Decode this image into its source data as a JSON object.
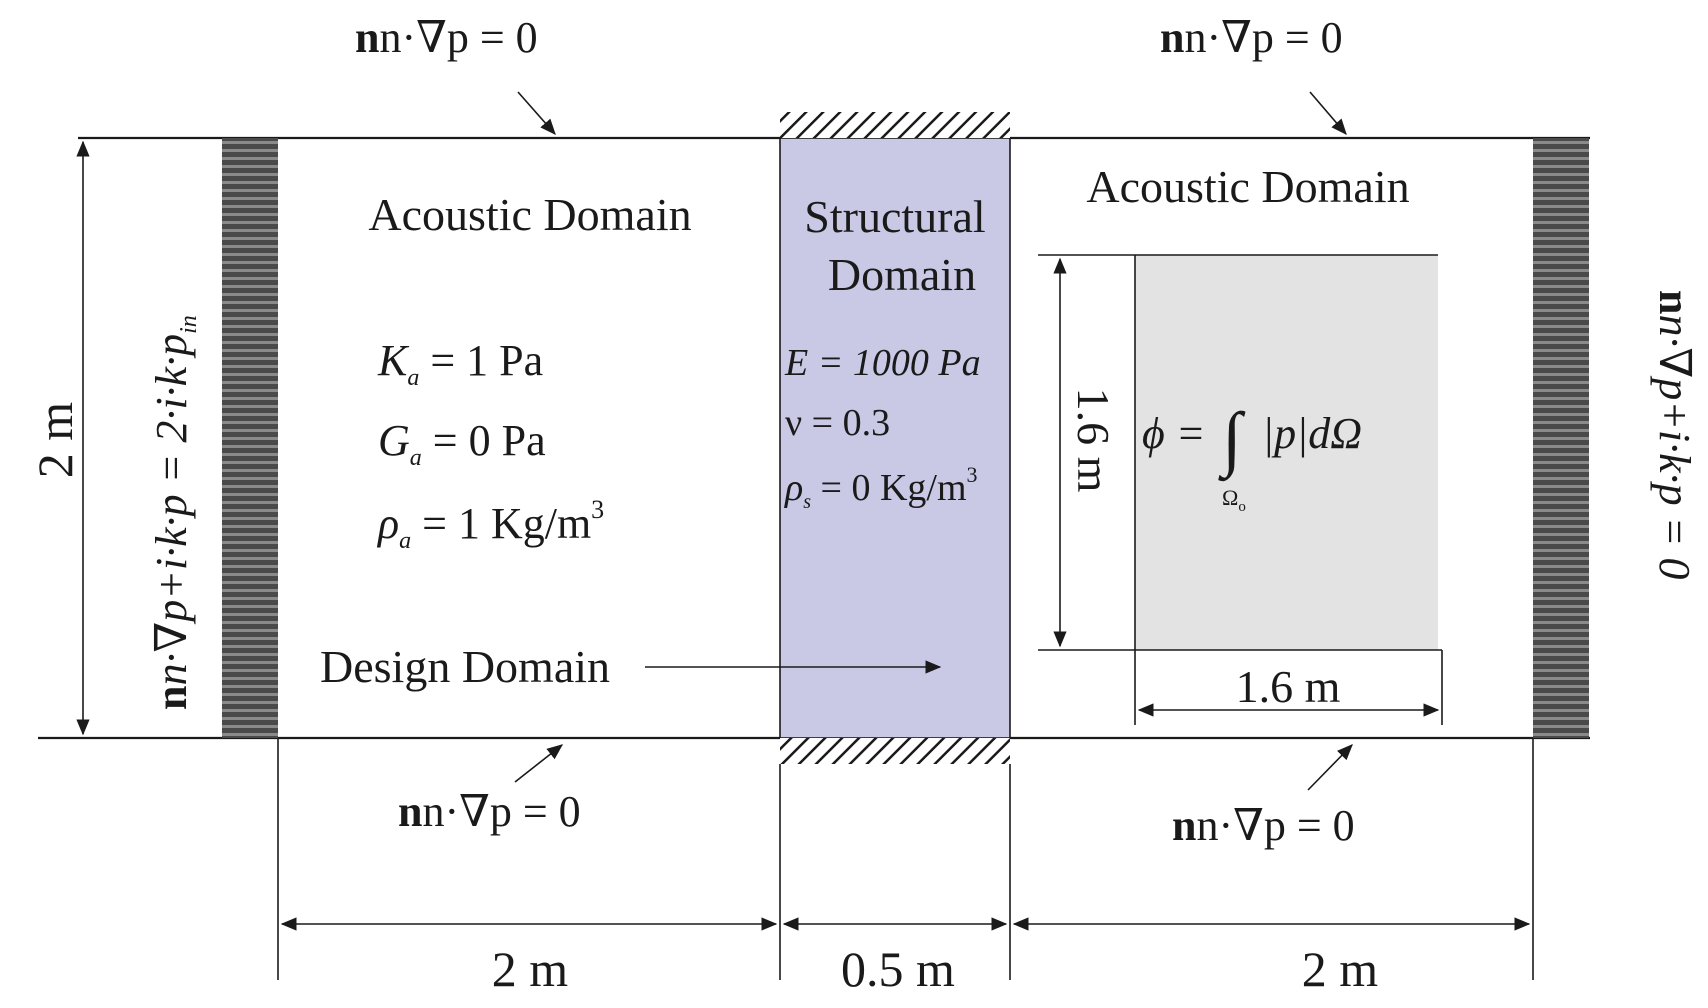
{
  "colors": {
    "structural_fill": "#c9c9e6",
    "objective_fill": "#e3e3e3",
    "absorber_dark": "#4a4a4a",
    "absorber_light": "#8a8a8a",
    "line": "#1a1a1a"
  },
  "labels": {
    "acoustic_domain_left": "Acoustic Domain",
    "acoustic_domain_right": "Acoustic Domain",
    "structural_domain_line1": "Structural",
    "structural_domain_line2": "Domain",
    "design_domain": "Design Domain"
  },
  "boundary_conditions": {
    "top_left": "n·∇p = 0",
    "top_right": "n·∇p = 0",
    "bottom_left": "n·∇p = 0",
    "bottom_right": "n·∇p = 0",
    "left_inlet": "n·∇p+i·k·p = 2·i·k·p",
    "left_inlet_sub": "in",
    "right_outlet": "n·∇p+i·k·p = 0"
  },
  "acoustic_properties": {
    "Ka": {
      "symbol": "K",
      "sub": "a",
      "value": " = 1 Pa"
    },
    "Ga": {
      "symbol": "G",
      "sub": "a",
      "value": " = 0 Pa"
    },
    "rho_a": {
      "symbol": "ρ",
      "sub": "a",
      "value": " = 1 Kg/m",
      "sup": "3"
    }
  },
  "structural_properties": {
    "E": "E = 1000 Pa",
    "nu": "ν = 0.3",
    "rho_s": {
      "symbol": "ρ",
      "sub": "s",
      "value": " = 0 Kg/m",
      "sup": "3"
    }
  },
  "objective": {
    "lhs": "ϕ =",
    "integral": "∫",
    "body": "|p|dΩ",
    "domain": "Ω",
    "domain_sub": "o"
  },
  "dimensions": {
    "height": "2 m",
    "left_width": "2 m",
    "structure_width": "0.5 m",
    "right_width": "2 m",
    "objective_height": "1.6 m",
    "objective_width": "1.6 m"
  }
}
